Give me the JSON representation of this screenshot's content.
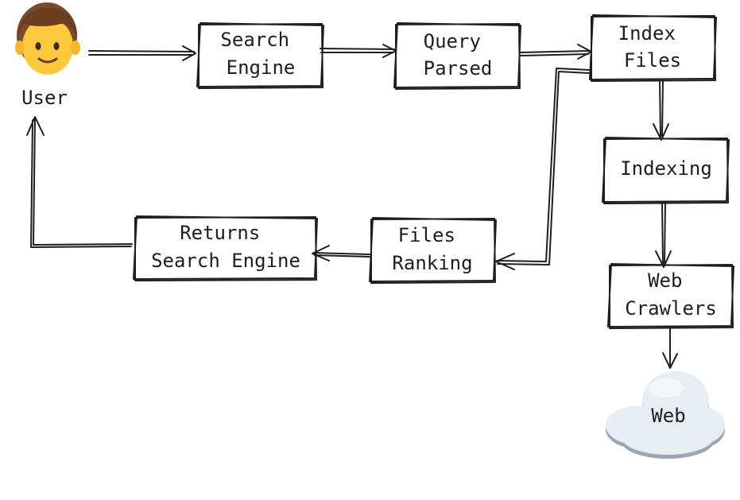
{
  "diagram": {
    "nodes": [
      {
        "id": "user",
        "lines": [
          "User"
        ],
        "icon": "man-emoji-icon"
      },
      {
        "id": "search-engine",
        "lines": [
          "Search",
          "Engine"
        ]
      },
      {
        "id": "query-parsed",
        "lines": [
          "Query",
          "Parsed"
        ]
      },
      {
        "id": "index-files",
        "lines": [
          "Index",
          "Files"
        ]
      },
      {
        "id": "indexing",
        "lines": [
          "Indexing"
        ]
      },
      {
        "id": "web-crawlers",
        "lines": [
          "Web",
          "Crawlers"
        ]
      },
      {
        "id": "web",
        "lines": [
          "Web"
        ],
        "icon": "cloud-icon"
      },
      {
        "id": "files-ranking",
        "lines": [
          "Files",
          "Ranking"
        ]
      },
      {
        "id": "returns-search-engine",
        "lines": [
          "Returns",
          "Search Engine"
        ]
      }
    ],
    "edges": [
      {
        "from": "user",
        "to": "search-engine"
      },
      {
        "from": "search-engine",
        "to": "query-parsed"
      },
      {
        "from": "query-parsed",
        "to": "index-files"
      },
      {
        "from": "index-files",
        "to": "indexing"
      },
      {
        "from": "indexing",
        "to": "web-crawlers"
      },
      {
        "from": "web-crawlers",
        "to": "web"
      },
      {
        "from": "index-files",
        "to": "files-ranking"
      },
      {
        "from": "files-ranking",
        "to": "returns-search-engine"
      },
      {
        "from": "returns-search-engine",
        "to": "user"
      }
    ]
  }
}
